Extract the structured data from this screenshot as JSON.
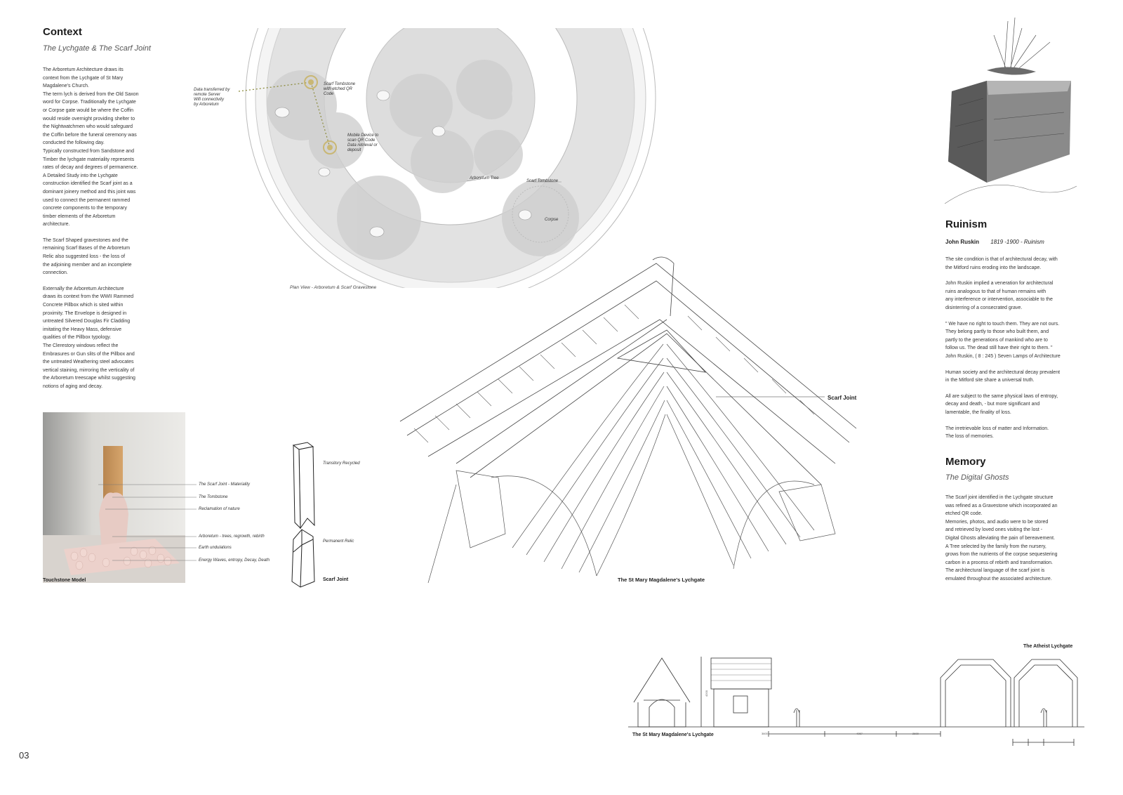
{
  "context": {
    "title": "Context",
    "subtitle": "The Lychgate & The Scarf Joint",
    "paragraphs": [
      "The Arboretum Architecture draws its\ncontext from the Lychgate of St Mary\nMagdalene's Church.\nThe term lych is derived from the Old Saxon\nword for Corpse. Traditionally the Lychgate\nor Corpse gate would be where the Coffin\nwould reside overnight providing shelter to\nthe Nightwatchmen who would safeguard\nthe Coffin before the funeral ceremony was\nconducted the following day.\nTypically constructed from Sandstone and\nTimber the lychgate materiality represents\nrates of decay and degrees of permanence.\nA Detailed Study into the Lychgate\nconstruction identified the Scarf joint as a\ndominant joinery method and this joint was\nused to connect the permanent rammed\nconcrete components to the temporary\ntimber elements of the Arboretum\narchitecture.",
      "The Scarf Shaped gravestones and the\nremaining Scarf Bases of the Arboretum\nRelic also suggested loss - the loss of\nthe adjoining member and an incomplete\nconnection.",
      "Externally the Arboretum Architecture\ndraws its context from the WWII Rammed\nConcrete Pillbox which is sited within\nproximity. The Envelope is designed in\nuntreated Silvered Douglas Fir Cladding\nimitating the Heavy Mass, defensive\nqualities of the Pillbox typology.\nThe Clerestory windows reflect the\nEmbrasures or Gun slits of the Pillbox and\nthe untreated Weathering steel advocates\nvertical staining, mirroring the verticality of\nthe Arboretum treescape whilst suggesting\nnotions of aging and decay."
    ]
  },
  "plan": {
    "caption": "Plan View - Arboretum & Scarf Gravestone",
    "labels": {
      "data": "Data transferred by\nremote Server\nWifi connectivity\nby Arboretum",
      "scarf_tombstone_qr": "Scarf Tombstone\nwith etched QR\nCode",
      "mobile": "Mobile Device to\nscan QR Code\nData retrieval or\ndeposit",
      "tree": "Arboretum Tree",
      "scarf_tombstone": "Scarf Tombstone",
      "corpse": "Corpse"
    }
  },
  "model": {
    "caption": "Touchstone Model",
    "labels": [
      "The Scarf Joint - Materiality",
      "The Tombstone",
      "Reclamation of nature",
      "Arboretum - trees, regrowth, rebirth",
      "Earth undulations",
      "Energy Waves, entropy, Decay, Death"
    ]
  },
  "tombstone": {
    "transitory": "Transitory\nRecycled",
    "permanent": "Permanent\nRelic",
    "scarf_joint": "Scarf Joint"
  },
  "lychgate_drawing": {
    "scarf_label": "Scarf Joint",
    "caption": "The St Mary Magdalene's Lychgate"
  },
  "ruinism": {
    "title": "Ruinism",
    "name": "John Ruskin",
    "dates": "1819 -1900  -  Ruinism",
    "paragraphs": [
      "The site condition is that of architectural decay, with\nthe Mitford ruins eroding into the landscape.",
      "John Ruskin implied a veneration for architectural\nruins analogous to that of human remains with\nany interference or intervention, associable to the\ndisinterring of a consecrated grave.",
      "\" We have no right to touch them. They are not ours.\nThey belong partly to those who built them, and\npartly to the generations of mankind who are to\nfollow us. The dead still have their right to them. \"\nJohn Ruskin, ( 8 : 245 ) Seven Lamps of Architecture",
      "Human society and the architectural decay prevalent\nin the Mitford site share a universal truth.",
      "All are subject to the same physical laws of entropy,\ndecay and death, - but more significant and\nlamentable, the finality of loss.",
      "The irretrievable loss of matter and Information.\nThe loss of memories."
    ]
  },
  "memory": {
    "title": "Memory",
    "subtitle": "The Digital Ghosts",
    "body": "The Scarf joint identified in the Lychgate structure\nwas refined as a Gravestone which incorporated an\netched QR code.\nMemories, photos, and audio were to be stored\nand retrieved by loved ones visiting the lost -\nDigital Ghosts alleviating the pain of bereavement.\nA Tree selected by the family from the nursery,\ngrows from the nutrients of the corpse sequestering\ncarbon in a process of rebirth and transformation.\nThe architectural language of the scarf joint is\nemulated throughout the associated architecture."
  },
  "elevations": {
    "caption_left": "The St Mary Magdalene's Lychgate",
    "caption_right": "The Atheist Lychgate",
    "dims": [
      "3600",
      "4057",
      "2600"
    ],
    "height_dim": "4200"
  },
  "page_number": "03"
}
